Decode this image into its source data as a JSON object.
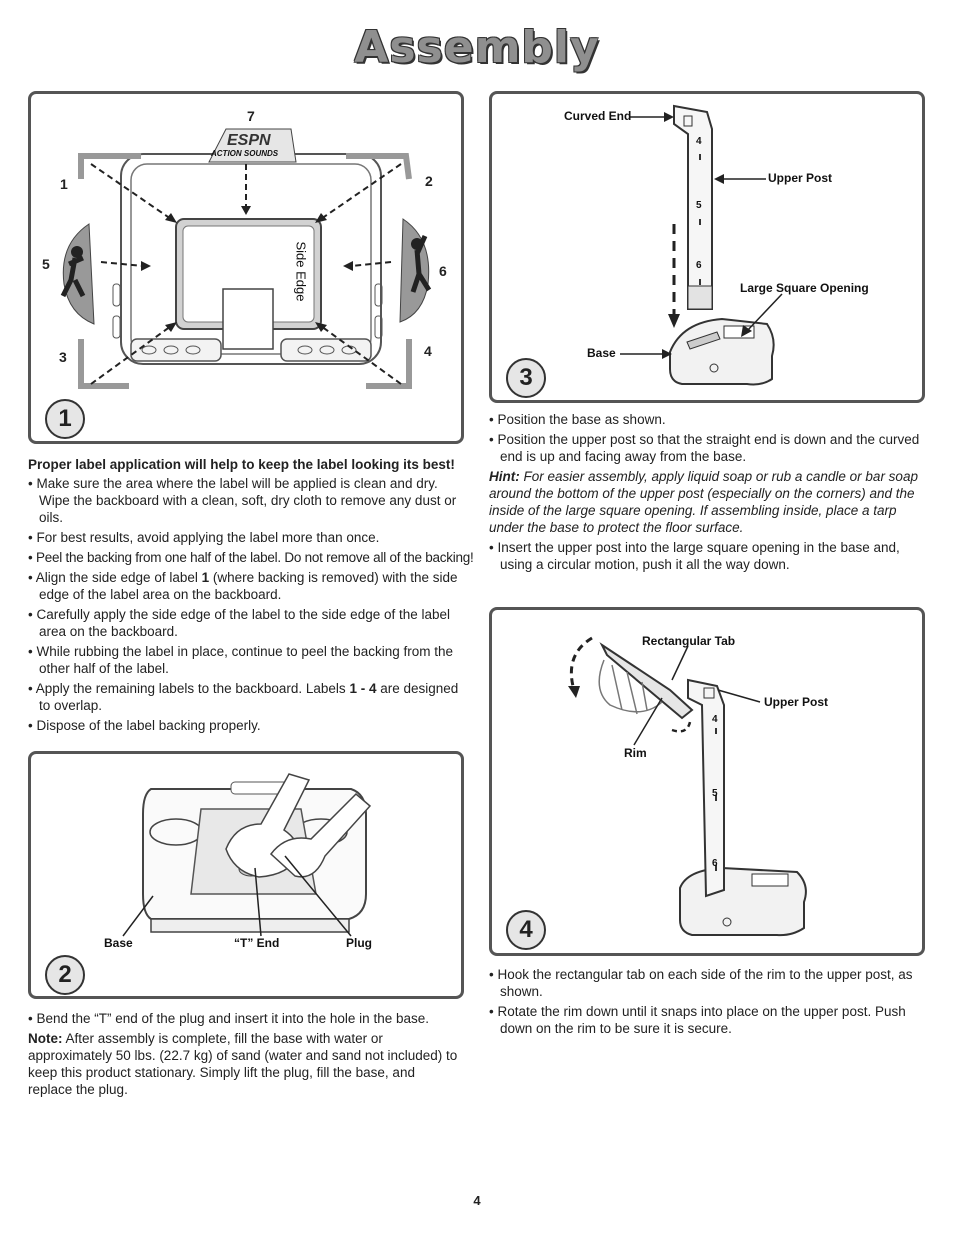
{
  "page": {
    "title": "Assembly",
    "number": "4"
  },
  "panel1": {
    "step": "1",
    "logo": {
      "top": "ESPN",
      "bottom": "ACTION SOUNDS"
    },
    "numbers": [
      "7",
      "1",
      "2",
      "5",
      "6",
      "3",
      "4"
    ],
    "side_edge": "Side Edge"
  },
  "label_instructions": {
    "heading": "Proper label application will help to keep the label looking its best!",
    "bullets": [
      "• Make sure the area where the label will be applied is clean and dry. Wipe the backboard with a clean, soft, dry cloth to remove any dust or oils.",
      "• For best results, avoid applying the label more than once.",
      "• Peel the backing from one half of the label. Do not remove all of the backing!"
    ],
    "align_pre": "• Align the side edge of label ",
    "align_bold": "1",
    "align_post": " (where backing is removed) with the side edge of the label area on the backboard.",
    "bullets2": [
      "• Carefully apply the side edge of the label to the side edge of the label area on the backboard.",
      "• While rubbing the label in place, continue to peel the backing from the other half of the label."
    ],
    "remaining_pre": "• Apply the remaining labels to the backboard. Labels ",
    "remaining_bold": "1 - 4",
    "remaining_post": " are designed to overlap.",
    "dispose": "• Dispose of the label backing properly."
  },
  "panel2": {
    "step": "2",
    "labels": {
      "base": "Base",
      "t_end": "“T” End",
      "plug": "Plug"
    }
  },
  "step2_text": {
    "bullet": "• Bend the “T” end of the plug and insert it into the hole in the base.",
    "note_label": "Note:",
    "note": " After assembly is complete, fill the base with water or approximately 50 lbs. (22.7 kg) of sand (water and sand not included) to keep this product stationary. Simply lift the plug, fill the base, and replace the plug."
  },
  "panel3": {
    "step": "3",
    "labels": {
      "curved_end": "Curved End",
      "upper_post": "Upper Post",
      "large_square_opening": "Large Square Opening",
      "base": "Base"
    },
    "post_numbers": [
      "4",
      "5",
      "6"
    ]
  },
  "step3_text": {
    "bullets": [
      "• Position the base as shown.",
      "• Position the upper post so that the straight end is down and the curved end is up and facing away from the base."
    ],
    "hint_label": "Hint:",
    "hint": " For easier assembly, apply liquid soap or rub a candle or bar soap around the bottom of the upper post (especially on the corners) and the inside of the large square opening. If assembling inside, place a tarp under the base to protect the floor surface.",
    "bullet_last": "• Insert the upper post into the large square opening in the base and, using a circular motion, push it all the way down."
  },
  "panel4": {
    "step": "4",
    "labels": {
      "rectangular_tab": "Rectangular Tab",
      "upper_post": "Upper Post",
      "rim": "Rim"
    },
    "post_numbers": [
      "4",
      "5",
      "6"
    ]
  },
  "step4_text": {
    "bullets": [
      "• Hook the rectangular tab on each side of the rim to the upper post, as shown.",
      "• Rotate the rim down until it snaps into place on the upper post. Push down on the rim to be sure it is secure."
    ]
  }
}
